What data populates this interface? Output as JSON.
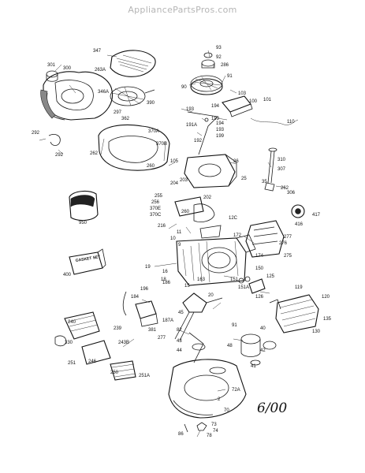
{
  "watermark": "AppliancePartsPros.com",
  "date_stamp": "6/00",
  "gasket_box_label": "GASKET SET",
  "part_labels": [
    "347",
    "93",
    "92",
    "286",
    "300",
    "301",
    "263A",
    "91",
    "90",
    "346A",
    "103",
    "390",
    "100",
    "101",
    "297",
    "193",
    "194",
    "199",
    "362",
    "191A",
    "194",
    "193",
    "199",
    "110",
    "370A",
    "370B",
    "292",
    "292",
    "262",
    "260",
    "192",
    "105",
    "26",
    "310",
    "307",
    "25",
    "204",
    "203",
    "35",
    "262",
    "306",
    "255",
    "202",
    "256",
    "370E",
    "370C",
    "216",
    "260",
    "12C",
    "417",
    "416",
    "950",
    "11",
    "10",
    "9",
    "172",
    "277",
    "276",
    "275",
    "174",
    "400",
    "19",
    "16",
    "163",
    "18",
    "15",
    "150",
    "125",
    "151",
    "151A",
    "126",
    "119",
    "120",
    "186",
    "196",
    "184",
    "187A",
    "45",
    "20",
    "240",
    "239",
    "330",
    "381",
    "135",
    "130",
    "82",
    "40",
    "43",
    "44",
    "48",
    "42",
    "41",
    "91",
    "277",
    "243B",
    "246",
    "251",
    "250",
    "251A",
    "72A",
    "2",
    "70",
    "73",
    "78",
    "86",
    "74"
  ]
}
